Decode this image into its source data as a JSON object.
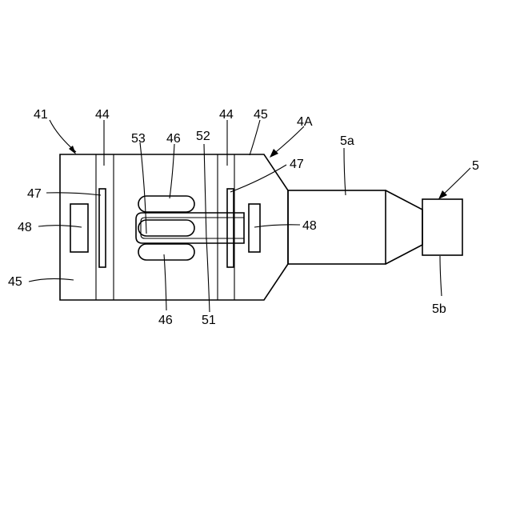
{
  "diagram": {
    "labels": {
      "n41": "41",
      "n44_left": "44",
      "n44_right": "44",
      "n45_top": "45",
      "n45_bottom": "45",
      "n4A": "4A",
      "n5a": "5a",
      "n5": "5",
      "n5b": "5b",
      "n53": "53",
      "n46_top": "46",
      "n46_bottom": "46",
      "n52": "52",
      "n51": "51",
      "n47_left": "47",
      "n47_right": "47",
      "n48_left": "48",
      "n48_right": "48"
    }
  }
}
